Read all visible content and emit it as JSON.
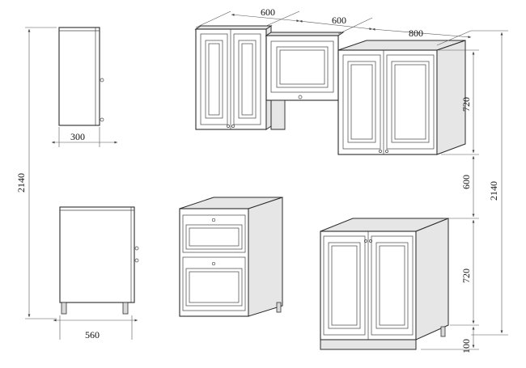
{
  "dimensions": {
    "upper_width_left": "600",
    "upper_width_middle": "600",
    "upper_width_right": "800",
    "upper_height": "720",
    "gap_height": "600",
    "total_height_right": "2140",
    "lower_height": "720",
    "plinth_height": "100",
    "total_height_left": "2140",
    "upper_depth": "300",
    "lower_depth": "560"
  }
}
